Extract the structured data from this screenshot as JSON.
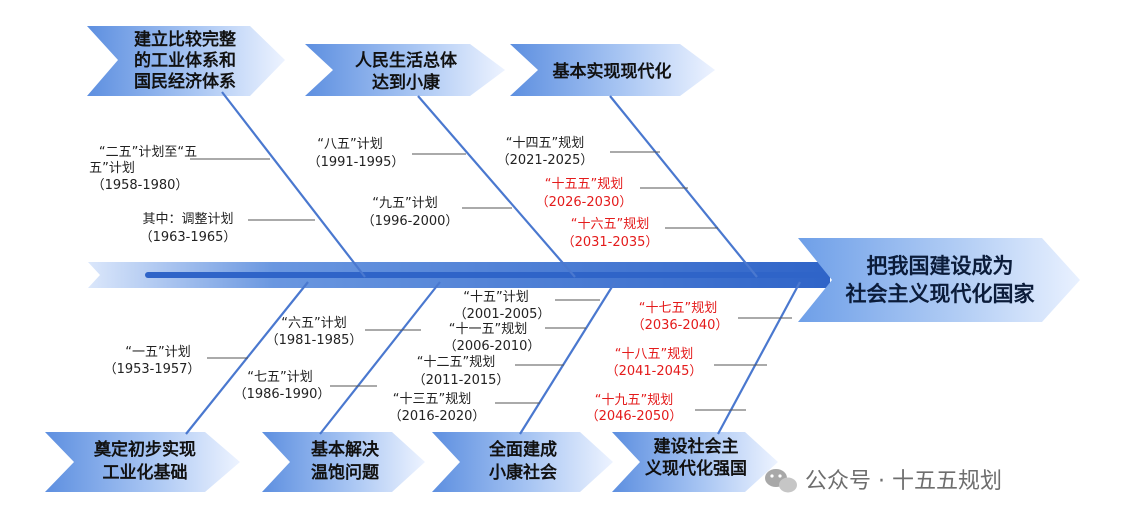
{
  "goal": [
    "把我国建设成为",
    "社会主义现代化国家"
  ],
  "top_stages": [
    {
      "lines": [
        "建立比较完整",
        "的工业体系和",
        "国民经济体系"
      ]
    },
    {
      "lines": [
        "人民生活总体",
        "达到小康"
      ]
    },
    {
      "lines": [
        "基本实现现代化"
      ]
    }
  ],
  "bottom_stages": [
    {
      "lines": [
        "奠定初步实现",
        "工业化基础"
      ]
    },
    {
      "lines": [
        "基本解决",
        "温饱问题"
      ]
    },
    {
      "lines": [
        "全面建成",
        "小康社会"
      ]
    },
    {
      "lines": [
        "建设社会主",
        "义现代化强国"
      ]
    }
  ],
  "plans": [
    {
      "lines": [
        "“二五”计划至“五",
        "五”计划",
        "（1958-1980）"
      ],
      "red": false
    },
    {
      "lines": [
        "其中：调整计划",
        "（1963-1965）"
      ],
      "red": false
    },
    {
      "lines": [
        "“八五”计划",
        "（1991-1995）"
      ],
      "red": false
    },
    {
      "lines": [
        "“九五”计划",
        "（1996-2000）"
      ],
      "red": false
    },
    {
      "lines": [
        "“十四五”规划",
        "（2021-2025）"
      ],
      "red": false
    },
    {
      "lines": [
        "“十五五”规划",
        "（2026-2030）"
      ],
      "red": true
    },
    {
      "lines": [
        "“十六五”规划",
        "（2031-2035）"
      ],
      "red": true
    },
    {
      "lines": [
        "“一五”计划",
        "（1953-1957）"
      ],
      "red": false
    },
    {
      "lines": [
        "“六五”计划",
        "（1981-1985）"
      ],
      "red": false
    },
    {
      "lines": [
        "“七五”计划",
        "（1986-1990）"
      ],
      "red": false
    },
    {
      "lines": [
        "“十五”计划",
        "（2001-2005）"
      ],
      "red": false
    },
    {
      "lines": [
        "“十一五”规划",
        "（2006-2010）"
      ],
      "red": false
    },
    {
      "lines": [
        "“十二五”规划",
        "（2011-2015）"
      ],
      "red": false
    },
    {
      "lines": [
        "“十三五”规划",
        "（2016-2020）"
      ],
      "red": false
    },
    {
      "lines": [
        "“十七五”规划",
        "（2036-2040）"
      ],
      "red": true
    },
    {
      "lines": [
        "“十八五”规划",
        "（2041-2045）"
      ],
      "red": true
    },
    {
      "lines": [
        "“十九五”规划",
        "（2046-2050）"
      ],
      "red": true
    }
  ],
  "watermark": "公众号 · 十五五规划",
  "colors": {
    "spine": "#3b6fd1",
    "arrow_dark": "#6f9ee6",
    "arrow_light": "#e6efff",
    "bone": "#4a78cf",
    "tick": "#555555",
    "red": "#e41b1b"
  }
}
